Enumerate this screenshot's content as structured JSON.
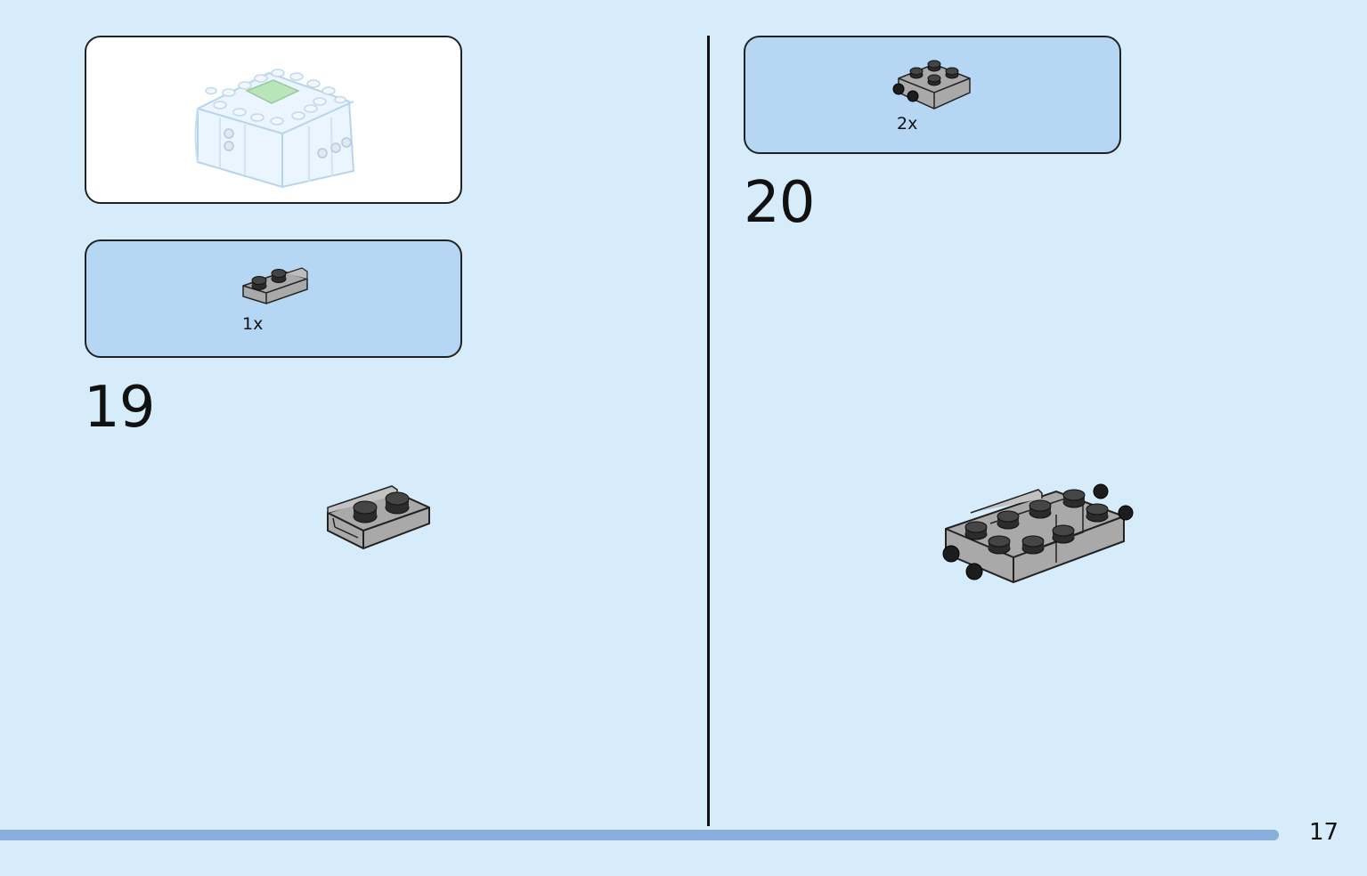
{
  "left_page": {
    "parts_callout": {
      "quantity": "1x"
    },
    "step": {
      "number": "19"
    }
  },
  "right_page": {
    "parts_callout": {
      "quantity": "2x"
    },
    "step": {
      "number": "20"
    }
  },
  "footer": {
    "page_number": "17",
    "progress": 1.0
  },
  "colors": {
    "background": "#d6ecfa",
    "parts_callout_bg": "#b5d7f4",
    "progress_bar": "#8aaedc",
    "brick_gray": "#a9a9a9",
    "stud_dark": "#2b2b2b",
    "highlight_green": "#b8e6b8"
  },
  "icons": {
    "context_model": "model-overview-illustration",
    "left_part": "plate-1x2-with-rail-icon",
    "right_part": "plate-2x2-with-wheel-pins-icon",
    "left_build": "step-19-assembly-illustration",
    "right_build": "step-20-assembly-illustration"
  }
}
